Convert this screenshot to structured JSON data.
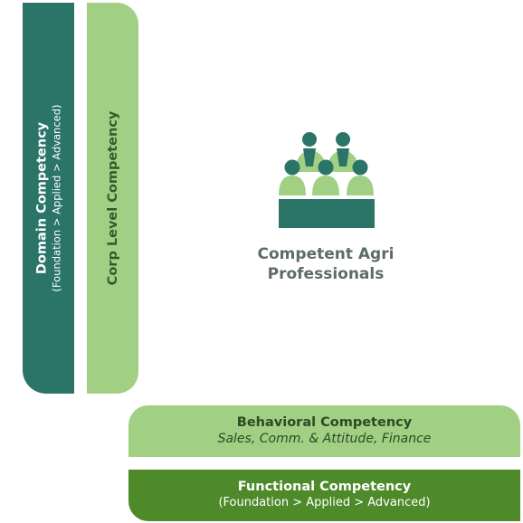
{
  "domain_competency": {
    "title": "Domain Competency",
    "subtitle": "(Foundation > Applied > Advanced)"
  },
  "corp_competency": {
    "title": "Corp Level Competency"
  },
  "center": {
    "icon": "group-of-people-icon",
    "line1": "Competent Agri",
    "line2": "Professionals"
  },
  "behavioral_competency": {
    "title": "Behavioral Competency",
    "subtitle": "Sales, Comm. & Attitude, Finance"
  },
  "functional_competency": {
    "title": "Functional Competency",
    "subtitle": "(Foundation > Applied > Advanced)"
  },
  "colors": {
    "dark_teal": "#2a7468",
    "light_green": "#a1cf84",
    "mid_green": "#4f8a2a",
    "label_gray": "#5e6b68"
  }
}
